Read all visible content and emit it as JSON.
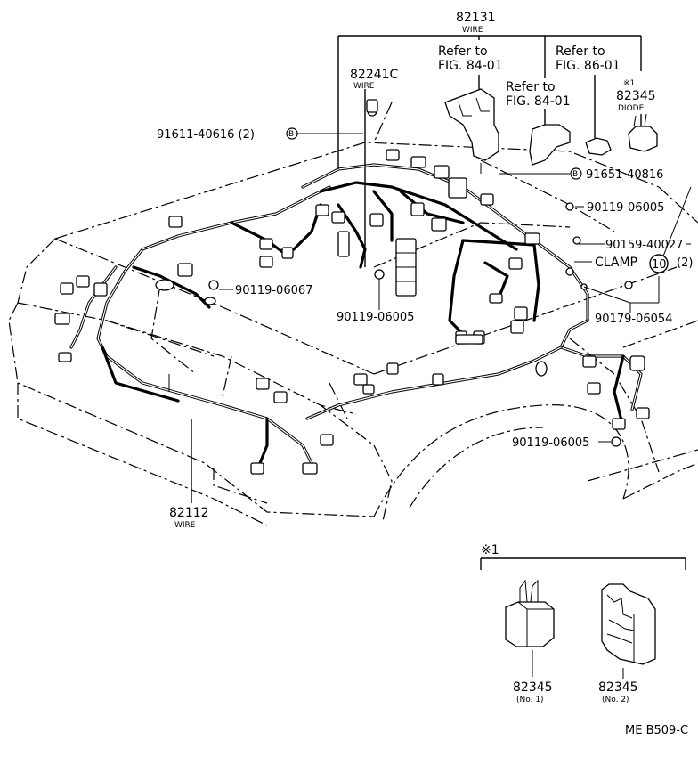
{
  "parts": {
    "wire_82131": {
      "number": "82131",
      "sub": "WIRE"
    },
    "refer_1": {
      "line1": "Refer to",
      "line2": "FIG. 84-01"
    },
    "refer_2": {
      "line1": "Refer to",
      "line2": "FIG. 86-01"
    },
    "refer_3": {
      "line1": "Refer to",
      "line2": "FIG. 84-01"
    },
    "wire_82241c": {
      "number": "82241C",
      "sub": "WIRE"
    },
    "diode_82345": {
      "mark": "※1",
      "number": "82345",
      "sub": "DIODE"
    },
    "bolt_91611": {
      "number": "91611-40616 (2)",
      "badge": "B"
    },
    "bolt_91651": {
      "number": "91651-40816",
      "badge": "B"
    },
    "screw_90119_a": {
      "number": "90119-06005"
    },
    "clip_90159": {
      "number": "90159-40027"
    },
    "clamp": {
      "label": "CLAMP",
      "qty_circle": "10",
      "qty": "(2)"
    },
    "clip_90179": {
      "number": "90179-06054"
    },
    "screw_90119_b": {
      "number": "90119-06067"
    },
    "screw_90119_c": {
      "number": "90119-06005"
    },
    "screw_90119_d": {
      "number": "90119-06005"
    },
    "wire_82112": {
      "number": "82112",
      "sub": "WIRE"
    }
  },
  "inset": {
    "mark": "※1",
    "item1": {
      "number": "82345",
      "sub": "(No. 1)"
    },
    "item2": {
      "number": "82345",
      "sub": "(No. 2)"
    }
  },
  "footer": {
    "code": "ME B509-C"
  }
}
